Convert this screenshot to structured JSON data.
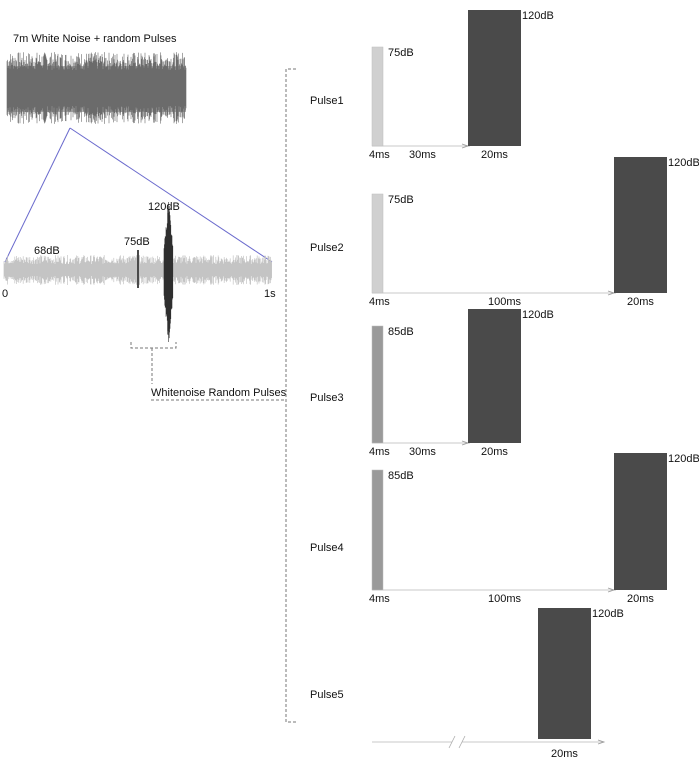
{
  "colors": {
    "noise_dark": "#6b6b6b",
    "noise_light": "#c4c4c4",
    "pulse_light": "#d0d0d0",
    "pulse_mid": "#9a9a9a",
    "pulse_dark": "#4a4a4a",
    "connector_blue": "#6a6acd",
    "bracket": "#777777",
    "axis": "#c8c8c8"
  },
  "overview": {
    "title": "7m White Noise + random Pulses"
  },
  "zoom": {
    "start_label": "0",
    "end_label": "1s",
    "background_level": "68dB",
    "prepulse_level": "75dB",
    "pulse_level": "120dB",
    "bracket_label": "Whitenoise Random Pulses"
  },
  "pulses": [
    {
      "name": "Pulse1",
      "prepulse_level": "75dB",
      "prepulse_shade": "light",
      "prepulse_duration": "4ms",
      "gap": "30ms",
      "pulse_level": "120dB",
      "pulse_duration": "20ms",
      "gap_ms": 30
    },
    {
      "name": "Pulse2",
      "prepulse_level": "75dB",
      "prepulse_shade": "light",
      "prepulse_duration": "4ms",
      "gap": "100ms",
      "pulse_level": "120dB",
      "pulse_duration": "20ms",
      "gap_ms": 100
    },
    {
      "name": "Pulse3",
      "prepulse_level": "85dB",
      "prepulse_shade": "mid",
      "prepulse_duration": "4ms",
      "gap": "30ms",
      "pulse_level": "120dB",
      "pulse_duration": "20ms",
      "gap_ms": 30
    },
    {
      "name": "Pulse4",
      "prepulse_level": "85dB",
      "prepulse_shade": "mid",
      "prepulse_duration": "4ms",
      "gap": "100ms",
      "pulse_level": "120dB",
      "pulse_duration": "20ms",
      "gap_ms": 100
    },
    {
      "name": "Pulse5",
      "prepulse_level": "",
      "prepulse_shade": "none",
      "prepulse_duration": "",
      "gap": "",
      "pulse_level": "120dB",
      "pulse_duration": "20ms",
      "gap_ms": null
    }
  ]
}
